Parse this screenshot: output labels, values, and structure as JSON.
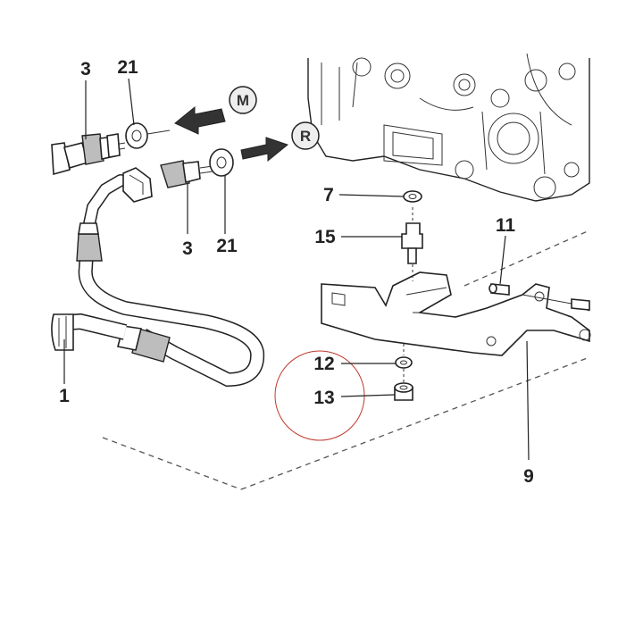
{
  "diagram": {
    "callouts": {
      "c1": "1",
      "c3a": "3",
      "c3b": "3",
      "c7": "7",
      "c9": "9",
      "c11": "11",
      "c12": "12",
      "c13": "13",
      "c15": "15",
      "c21a": "21",
      "c21b": "21"
    },
    "arrows": {
      "supply": "M",
      "return": "R"
    },
    "colors": {
      "line": "#222222",
      "fill_grey": "#bdbdbd",
      "highlight_circle": "#c0392b"
    }
  }
}
